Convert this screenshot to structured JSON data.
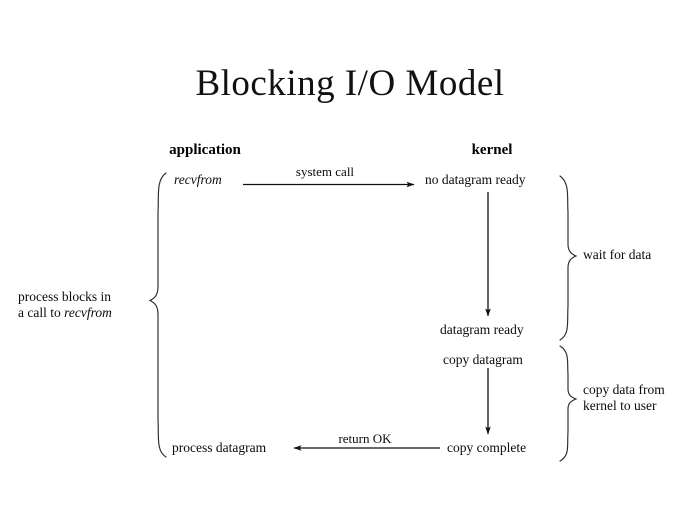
{
  "title": "Blocking I/O Model",
  "columns": {
    "application": "application",
    "kernel": "kernel"
  },
  "nodes": {
    "recvfrom": "recvfrom",
    "no_datagram_ready": "no datagram ready",
    "datagram_ready": "datagram ready",
    "copy_datagram": "copy datagram",
    "copy_complete": "copy complete",
    "process_datagram": "process datagram"
  },
  "arrow_labels": {
    "system_call": "system  call",
    "return_ok": "return OK"
  },
  "annotations": {
    "process_blocks_line1": "process blocks in",
    "process_blocks_line2_prefix": "a call to ",
    "process_blocks_line2_italic": "recvfrom",
    "wait_for_data": "wait for data",
    "copy_data_line1": "copy  data  from",
    "copy_data_line2": "kernel  to user"
  },
  "colors": {
    "background": "#ffffff",
    "ink": "#000000",
    "line": "#111111"
  }
}
